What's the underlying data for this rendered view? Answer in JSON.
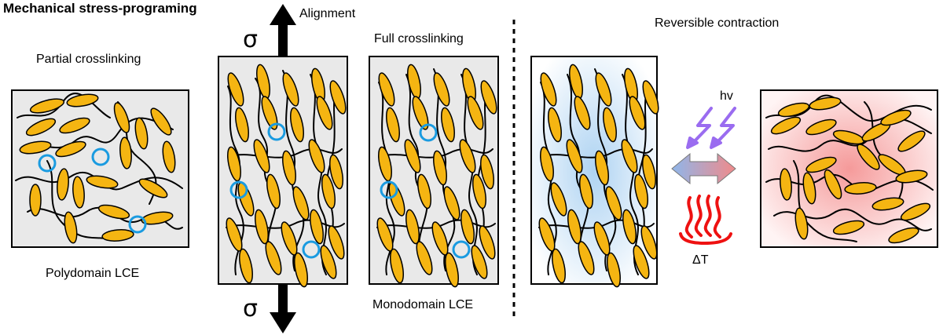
{
  "title": "Mechanical stress-programing",
  "labels": {
    "partial": "Partial crosslinking",
    "polydomain": "Polydomain LCE",
    "alignment": "Alignment",
    "full": "Full crosslinking",
    "monodomain": "Monodomain LCE",
    "reversible": "Reversible contraction",
    "sigma_top": "σ",
    "sigma_bottom": "σ",
    "hv": "hv",
    "deltaT": "ΔT"
  },
  "colors": {
    "mesogen_fill": "#f5b512",
    "mesogen_stroke": "#000000",
    "crosslink_circle": "#1a9be0",
    "panel_gray": "#e9e9e9",
    "cold_blue": "#aed3f2",
    "hot_red": "#f59a9a",
    "light_violet": "#9a6cf0",
    "heat_red": "#ee1111"
  },
  "icons": {
    "light": "lightning-bolt-icon",
    "heat": "heat-waves-icon",
    "exchange": "double-arrow-icon",
    "stress": "vertical-arrow-icon"
  }
}
